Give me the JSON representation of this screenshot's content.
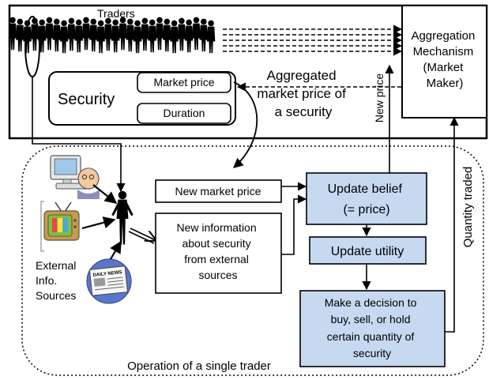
{
  "market": {
    "traders_label": "Traders",
    "security_title": "Security",
    "market_price_label": "Market price",
    "duration_label": "Duration",
    "aggregated_label": [
      "Aggregated",
      "market price of",
      "a security"
    ],
    "aggregation_label": [
      "Aggregation",
      "Mechanism",
      "(Market",
      "Maker)"
    ],
    "new_price_label": "New   price",
    "quantity_traded_label": "Quantity traded"
  },
  "trader": {
    "new_market_price": "New market price",
    "new_information": [
      "New information",
      "about security",
      "from external",
      "sources"
    ],
    "update_belief": [
      "Update belief",
      "(= price)"
    ],
    "update_utility": "Update utility",
    "decision": [
      "Make a decision to",
      "buy, sell, or hold",
      "certain quantity of",
      "security"
    ],
    "external_sources": [
      "External",
      "Info.",
      "Sources"
    ],
    "operation_caption": "Operation of a single trader",
    "newspaper_masthead": "DAILY NEWS"
  },
  "colors": {
    "process_fill": "#c6d9f1",
    "line": "#000000",
    "tv_screen": "#7fbf3f",
    "monitor_screen": "#9ec9e8",
    "newspaper_disk": "#5b76c9"
  }
}
